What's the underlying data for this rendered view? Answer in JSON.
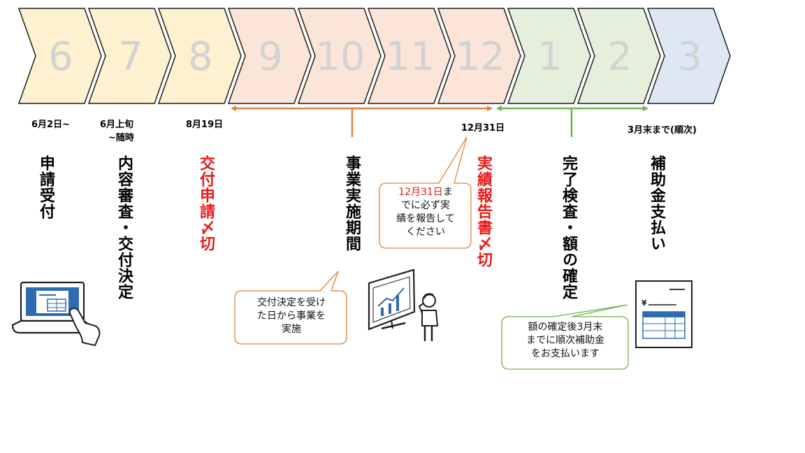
{
  "months": [
    {
      "label": "6",
      "fill": "#fdf1cf"
    },
    {
      "label": "7",
      "fill": "#fdf1cf"
    },
    {
      "label": "8",
      "fill": "#fdf1cf"
    },
    {
      "label": "9",
      "fill": "#fbe5d9"
    },
    {
      "label": "10",
      "fill": "#fbe5d9"
    },
    {
      "label": "11",
      "fill": "#fbe5d9"
    },
    {
      "label": "12",
      "fill": "#fbe5d9"
    },
    {
      "label": "1",
      "fill": "#e5f0dc"
    },
    {
      "label": "2",
      "fill": "#e5f0dc"
    },
    {
      "label": "3",
      "fill": "#dde8f4"
    }
  ],
  "colors": {
    "month_number": "#d2d2d2",
    "orange": "#e0823a",
    "green": "#72b04c",
    "red": "#e8191a",
    "outline": "#1f1f1f",
    "icon_blue": "#2e6bb0"
  },
  "dates": {
    "d1": "6月2日~",
    "d2a": "6月上旬",
    "d2b": "~随時",
    "d3": "8月19日",
    "d4": "12月31日",
    "d5": "3月末まで(順次)"
  },
  "steps": {
    "apply": "申請受付",
    "review": "内容審査・交付決定",
    "deadline": "交付申請〆切",
    "period": "事業実施期間",
    "report": "実績報告書〆切",
    "inspection": "完了検査・額の確定",
    "payment": "補助金支払い"
  },
  "bubbles": {
    "report_line1_red": "12月31日",
    "report_line1_rest": "ま",
    "report_line2": "でに必ず実",
    "report_line3": "績を報告して",
    "report_line4": "ください",
    "start_line1": "交付決定を受け",
    "start_line2": "た日から事業を",
    "start_line3": "実施",
    "pay_line1": "額の確定後3月末",
    "pay_line2": "までに順次補助金",
    "pay_line3": "をお支払います"
  },
  "icons": {
    "laptop": "laptop-touch-icon",
    "monitor": "monitor-chart-icon",
    "person": "thinking-person-icon",
    "invoice": "invoice-icon",
    "yen_symbol": "¥"
  }
}
